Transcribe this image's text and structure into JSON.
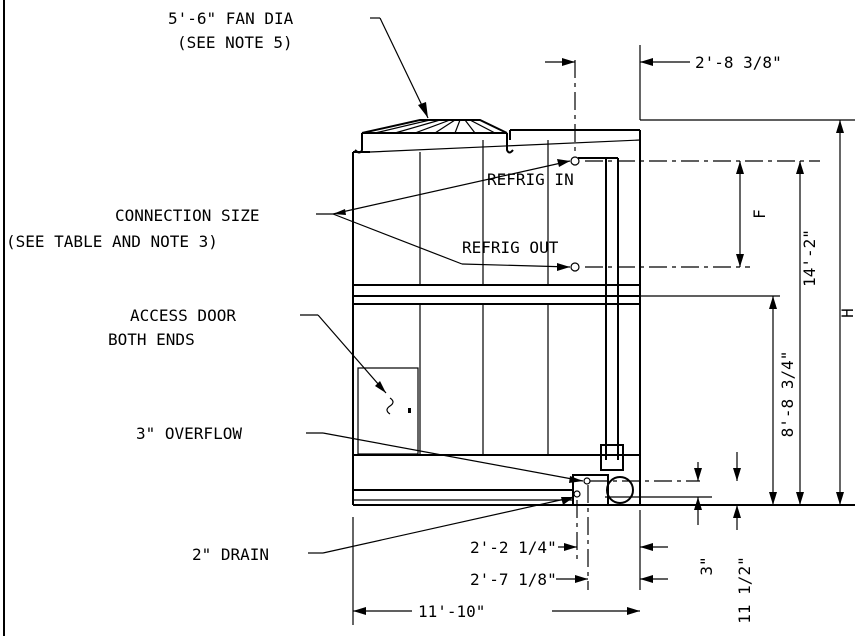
{
  "labels": {
    "fan_dia": "5'-6\" FAN DIA",
    "fan_note": "(SEE NOTE 5)",
    "connection_size": "CONNECTION SIZE",
    "connection_note": "(SEE TABLE AND NOTE 3)",
    "refrig_in": "REFRIG IN",
    "refrig_out": "REFRIG OUT",
    "access_door": "ACCESS DOOR",
    "access_door_2": "BOTH ENDS",
    "overflow": "3\" OVERFLOW",
    "drain": "2\" DRAIN"
  },
  "dimensions": {
    "top_offset": "2'-8 3/8\"",
    "f": "F",
    "h": "H",
    "total_height": "14'-2\"",
    "lower_height": "8'-8 3/4\"",
    "drain_offset": "2'-2 1/4\"",
    "overflow_offset": "2'-7 1/8\"",
    "width": "11'-10\"",
    "small_3": "3\"",
    "small_11": "11 1/2\""
  }
}
